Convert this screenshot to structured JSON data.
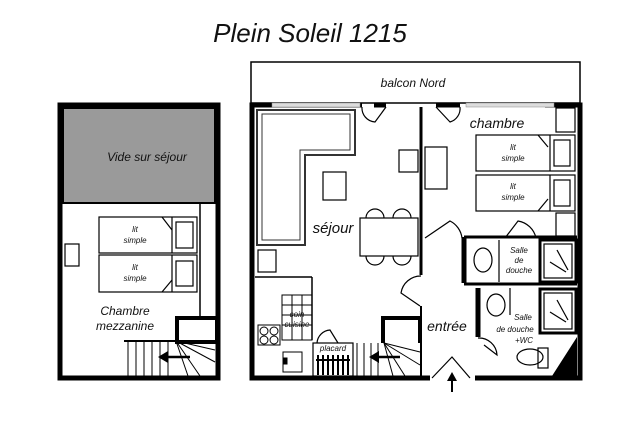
{
  "title": "Plein Soleil 1215",
  "mezzanine": {
    "void_label": "Vide sur séjour",
    "bed_label_1": "lit",
    "bed_label_2": "simple",
    "room_label_1": "Chambre",
    "room_label_2": "mezzanine"
  },
  "main": {
    "balcony_label": "balcon  Nord",
    "bedroom_label": "chambre",
    "living_label": "séjour",
    "entry_label": "entrée",
    "kitchen_label_1": "coin",
    "kitchen_label_2": "cuisine",
    "closet_label": "placard",
    "bed_label_1": "lit",
    "bed_label_2": "simple",
    "shower1_1": "Salle",
    "shower1_2": "de",
    "shower1_3": "douche",
    "shower2_1": "Salle",
    "shower2_2": "de douche",
    "shower2_3": "+WC"
  },
  "colors": {
    "wall": "#000000",
    "void": "#9a9a9a"
  }
}
